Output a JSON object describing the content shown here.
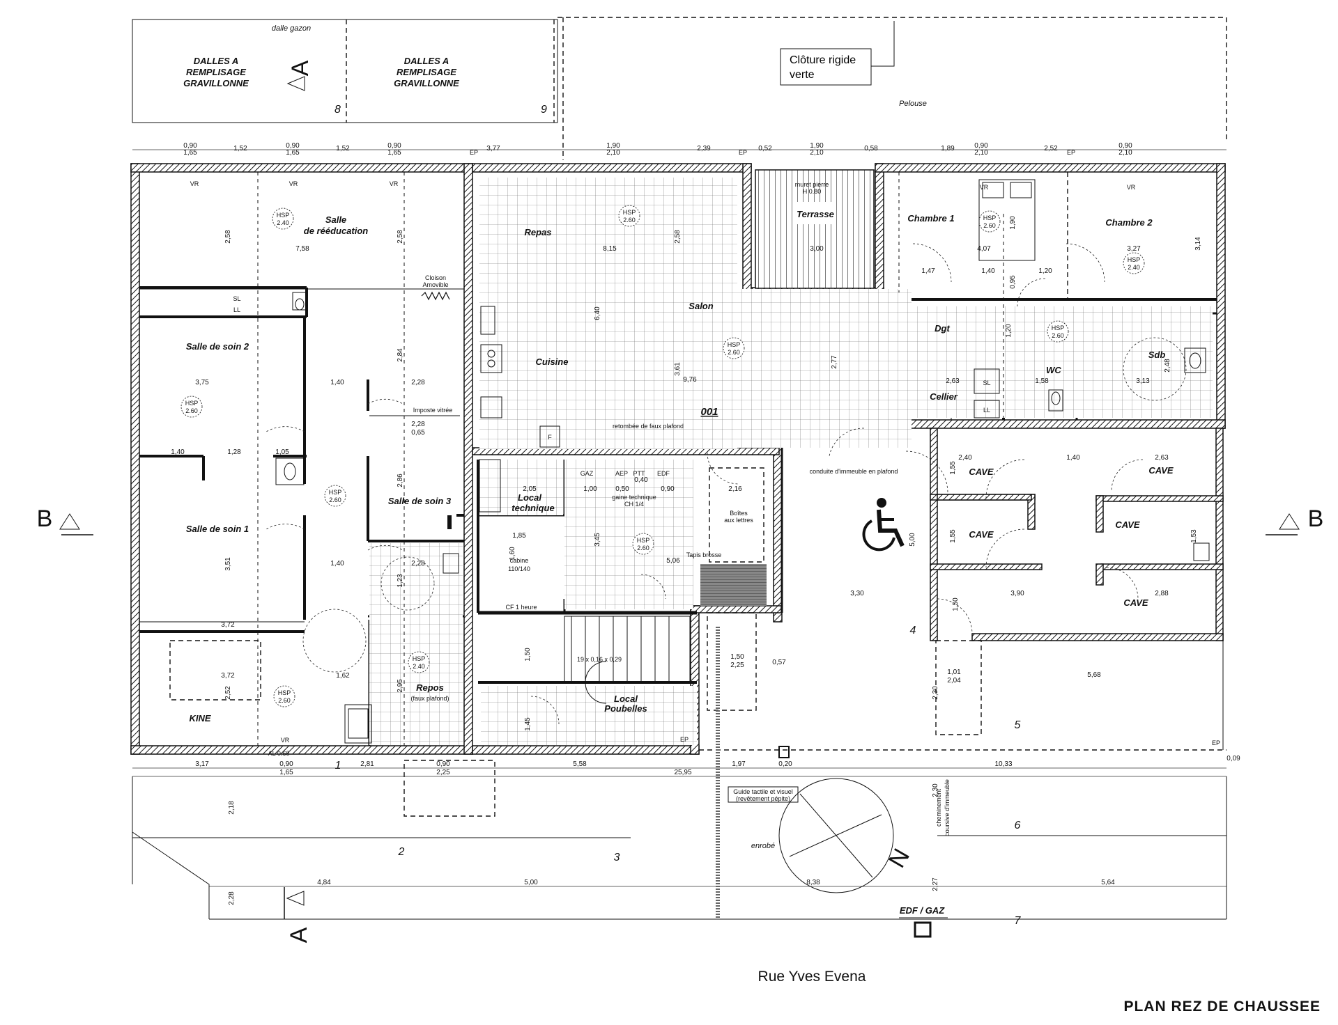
{
  "title": "PLAN REZ DE CHAUSSEE",
  "street": "Rue Yves Evena",
  "outside": {
    "dalle_gazon": "dalle gazon",
    "dalles_a": "DALLES A",
    "remplisage": "REMPLISAGE",
    "gravillonne": "GRAVILLONNE",
    "pelouse": "Pelouse",
    "cloture_line1": "Clôture rigide",
    "cloture_line2": "verte",
    "enrobe": "enrobé",
    "edf_gaz": "EDF / GAZ",
    "guide": "Guide tactile et visuel",
    "guide2": "(revêtement pépite)",
    "cheminement": "cheminement",
    "coursive": "coursive d'immeuble"
  },
  "section_marks": {
    "a": "A",
    "b": "B",
    "north": "N"
  },
  "rooms": {
    "salle_reeducation_1": "Salle",
    "salle_reeducation_2": "de rééducation",
    "salle_soin_2": "Salle de soin 2",
    "salle_soin_1": "Salle de soin 1",
    "salle_soin_3": "Salle de soin 3",
    "kine": "KINE",
    "repos": "Repos",
    "repos_sub": "(faux plafond)",
    "repas": "Repas",
    "salon": "Salon",
    "cuisine": "Cuisine",
    "terrasse": "Terrasse",
    "muret": "muret pierre",
    "muret_h": "H 0.80",
    "chambre1": "Chambre 1",
    "chambre2": "Chambre 2",
    "dgt": "Dgt",
    "sdb": "Sdb",
    "wc": "WC",
    "cellier": "Cellier",
    "local_tech_1": "Local",
    "local_tech_2": "technique",
    "local_poub_1": "Local",
    "local_poub_2": "Poubelles",
    "cabine": "cabine",
    "cabine_size": "110/140",
    "cave": "CAVE",
    "logement": "001"
  },
  "hsp": {
    "label": "HSP",
    "v240": "2.40",
    "v260": "2.60"
  },
  "notes": {
    "cloison": "Cloison",
    "amovible": "Amovible",
    "imposte": "Imposte vitrée",
    "conduite": "conduite d'immeuble en plafond",
    "gaz": "GAZ",
    "aep": "AEP",
    "ptt": "PTT",
    "edf": "EDF",
    "gaine": "gaine technique",
    "ch": "CH 1/4",
    "boites": "Boîtes",
    "boites2": "aux lettres",
    "tapis": "Tapis brosse",
    "escalier": "19 x 0,16 x 0,29",
    "cf": "CF 1 heure",
    "retombee": "retombée de faux plafond",
    "ep": "EP",
    "vr": "VR",
    "sl": "SL",
    "ll": "LL",
    "f": "F",
    "al": "AL 0.60"
  },
  "parking_numbers": [
    "1",
    "2",
    "3",
    "4",
    "5",
    "6",
    "7",
    "8",
    "9"
  ],
  "dimensions": {
    "top": [
      "0,90",
      "1,65",
      "1,52",
      "0,90",
      "1,65",
      "1,52",
      "0,90",
      "1,65",
      "3,77",
      "1,90",
      "2,10",
      "2,39",
      "0,52",
      "1,90",
      "2,10",
      "0,58",
      "1,89",
      "0,90",
      "2,10",
      "2,52",
      "0,90",
      "2,10"
    ],
    "bottom": [
      "3,17",
      "0,90",
      "1,65",
      "2,81",
      "0,90",
      "2,25",
      "5,58",
      "1,97",
      "0,20",
      "10,33",
      "0,09",
      "25,95"
    ],
    "lower": [
      "4,84",
      "5,00",
      "8,38",
      "2,27",
      "5,64",
      "2,18",
      "2,28",
      "2,30",
      "2,30"
    ],
    "inner": [
      "7,58",
      "2,58",
      "2,58",
      "8,15",
      "2,58",
      "6,40",
      "3,61",
      "9,76",
      "2,77",
      "3,00",
      "4,07",
      "3,27",
      "3,14",
      "1,47",
      "1,40",
      "1,20",
      "0,95",
      "1,90",
      "3,75",
      "1,40",
      "2,28",
      "2,84",
      "1,40",
      "1,28",
      "1,05",
      "2,28",
      "0,65",
      "2,86",
      "3,51",
      "1,40",
      "2,28",
      "1,23",
      "3,72",
      "3,72",
      "1,62",
      "2,52",
      "2,95",
      "2,05",
      "1,00",
      "0,50",
      "0,40",
      "0,90",
      "2,16",
      "3,45",
      "5,06",
      "1,85",
      "1,60",
      "1,50",
      "1,45",
      "1,50",
      "2,25",
      "0,57",
      "3,30",
      "5,00",
      "2,40",
      "1,40",
      "2,63",
      "1,55",
      "1,55",
      "1,53",
      "3,90",
      "2,88",
      "1,50",
      "1,01",
      "2,04",
      "5,68",
      "2,63",
      "1,58",
      "2,48",
      "3,13",
      "1,20"
    ]
  }
}
